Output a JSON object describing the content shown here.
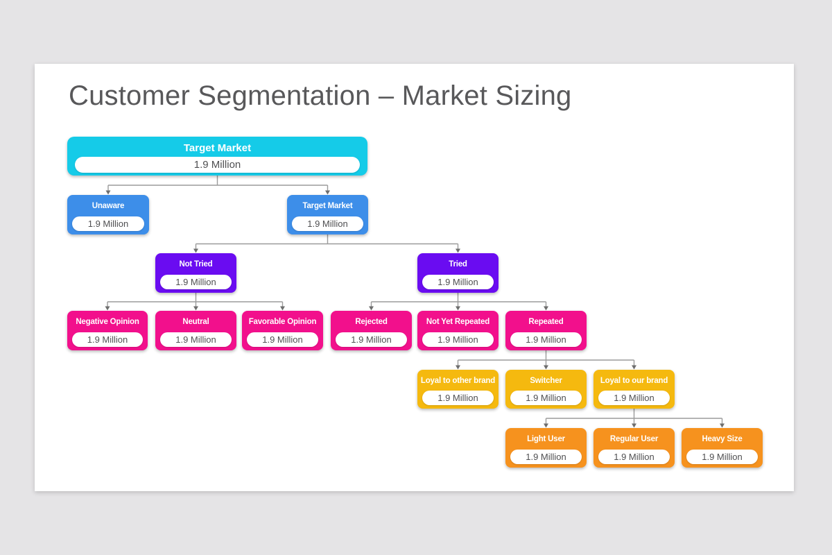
{
  "title": "Customer Segmentation – Market Sizing",
  "palette": {
    "level1": "#15CBE8",
    "level2": "#3D8EE9",
    "level3": "#6A0CF1",
    "level4": "#F2108C",
    "level5": "#F5B90F",
    "level6": "#F6921E",
    "connector": "#9B9B9B",
    "arrowhead": "#6E6E6E",
    "value_text": "#4F4F51",
    "title_text": "#58585A"
  },
  "diagram": {
    "nodes": [
      {
        "id": "root",
        "label": "Target Market",
        "value": "1.9 Million",
        "level": 1
      },
      {
        "id": "unaware",
        "label": "Unaware",
        "value": "1.9 Million",
        "level": 2
      },
      {
        "id": "aware",
        "label": "Target Market",
        "value": "1.9 Million",
        "level": 2
      },
      {
        "id": "not-tried",
        "label": "Not Tried",
        "value": "1.9 Million",
        "level": 3
      },
      {
        "id": "tried",
        "label": "Tried",
        "value": "1.9 Million",
        "level": 3
      },
      {
        "id": "negative-opinion",
        "label": "Negative Opinion",
        "value": "1.9 Million",
        "level": 4
      },
      {
        "id": "neutral",
        "label": "Neutral",
        "value": "1.9 Million",
        "level": 4
      },
      {
        "id": "favorable-opinion",
        "label": "Favorable Opinion",
        "value": "1.9 Million",
        "level": 4
      },
      {
        "id": "rejected",
        "label": "Rejected",
        "value": "1.9 Million",
        "level": 4
      },
      {
        "id": "not-yet-repeated",
        "label": "Not Yet Repeated",
        "value": "1.9 Million",
        "level": 4
      },
      {
        "id": "repeated",
        "label": "Repeated",
        "value": "1.9 Million",
        "level": 4
      },
      {
        "id": "loyal-to-other-brand",
        "label": "Loyal to other brand",
        "value": "1.9 Million",
        "level": 5
      },
      {
        "id": "switcher",
        "label": "Switcher",
        "value": "1.9 Million",
        "level": 5
      },
      {
        "id": "loyal-to-our-brand",
        "label": "Loyal to our brand",
        "value": "1.9 Million",
        "level": 5
      },
      {
        "id": "light-user",
        "label": "Light User",
        "value": "1.9 Million",
        "level": 6
      },
      {
        "id": "regular-user",
        "label": "Regular User",
        "value": "1.9 Million",
        "level": 6
      },
      {
        "id": "heavy-size",
        "label": "Heavy Size",
        "value": "1.9 Million",
        "level": 6
      }
    ],
    "edges": [
      {
        "from": "root",
        "to": [
          "unaware",
          "aware"
        ]
      },
      {
        "from": "aware",
        "to": [
          "not-tried",
          "tried"
        ]
      },
      {
        "from": "not-tried",
        "to": [
          "negative-opinion",
          "neutral",
          "favorable-opinion"
        ]
      },
      {
        "from": "tried",
        "to": [
          "rejected",
          "not-yet-repeated",
          "repeated"
        ]
      },
      {
        "from": "repeated",
        "to": [
          "loyal-to-other-brand",
          "switcher",
          "loyal-to-our-brand"
        ]
      },
      {
        "from": "loyal-to-our-brand",
        "to": [
          "light-user",
          "regular-user",
          "heavy-size"
        ]
      }
    ]
  }
}
